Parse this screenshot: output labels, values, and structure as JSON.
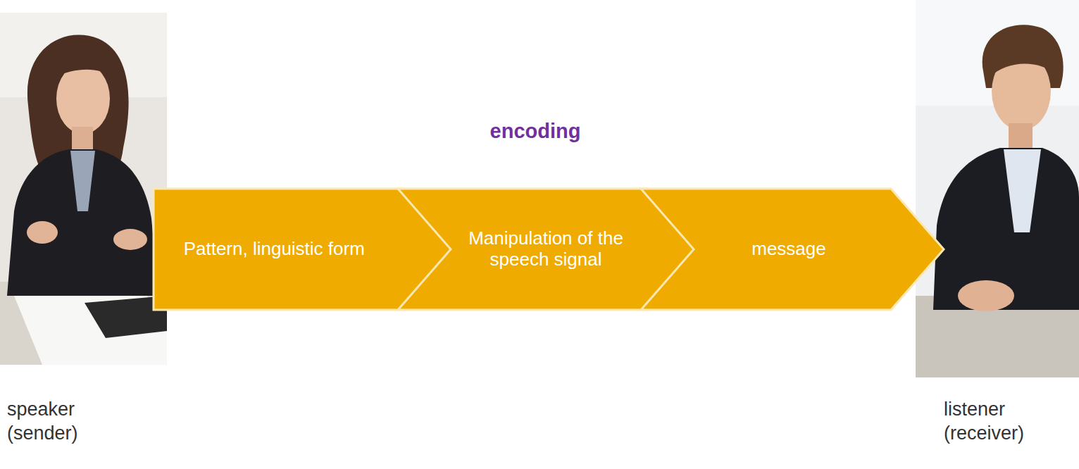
{
  "diagram": {
    "title": "encoding",
    "nodes": [
      {
        "text": [
          "Pattern, linguistic form"
        ]
      },
      {
        "text": [
          "Manipulation of the speech signal"
        ]
      },
      {
        "text": [
          "message"
        ]
      }
    ],
    "labels": [
      "speaker (sender)",
      "listener (receiver)"
    ]
  }
}
